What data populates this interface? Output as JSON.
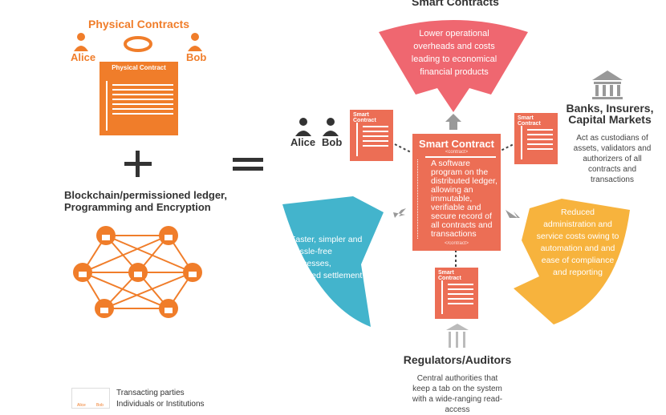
{
  "header": {
    "title": "Smart Contracts"
  },
  "left": {
    "physical_title": "Physical Contracts",
    "alice": "Alice",
    "bob": "Bob",
    "doc_title": "Physical Contract",
    "plus": "+",
    "equals": "=",
    "blockchain_label": "Blockchain/permissioned ledger, Programming and Encryption"
  },
  "top_petal": "Lower operational overheads and costs leading to economical financial products",
  "parties": {
    "alice": "Alice",
    "bob": "Bob"
  },
  "small_contract_title": "Smart Contract",
  "center": {
    "title": "Smart Contract",
    "open_tag": "<contract>",
    "body": "A software program on the distributed ledger, allowing an immutable, verifiable and secure record of all contracts and transactions",
    "close_tag": "</contract>"
  },
  "banks": {
    "title": "Banks, Insurers, Capital Markets",
    "desc": "Act as custodians of assets, validators and authorizers of all contracts and transactions"
  },
  "left_petal": "Faster, simpler and hassle-free processes, reduced settlement times",
  "right_petal": "Reduced administration and service costs owing to automation and and ease of compliance and reporting",
  "regulators": {
    "title": "Regulators/Auditors",
    "desc": "Central authorities that keep a tab on the system with a wide-ranging read-access"
  },
  "legend": {
    "alice": "Alice",
    "bob": "Bob",
    "line1": "Transacting parties",
    "line2": "Individuals or Institutions"
  },
  "colors": {
    "orange": "#f07d2a",
    "salmon": "#ec6e55",
    "red": "#ef6770",
    "teal": "#43b4cc",
    "yellow": "#f7b33d",
    "gray": "#999999"
  }
}
